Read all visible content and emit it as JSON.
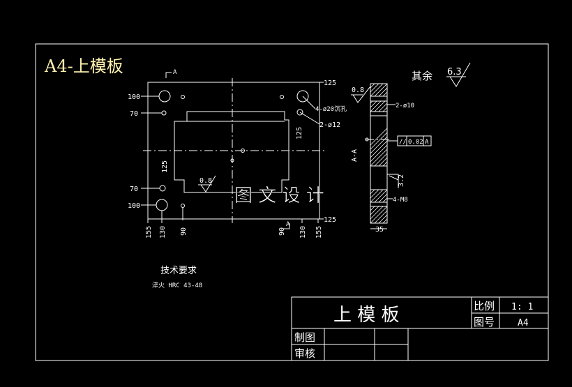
{
  "colors": {
    "background": "#000000",
    "lines": "#ffffff",
    "corner_title": "#fff3b0"
  },
  "corner_title": "A4-上模板",
  "roughness_note": {
    "label": "其余",
    "value": "6.3"
  },
  "watermark": "图 文 设 计",
  "plan_view": {
    "section_marks": [
      "A",
      "A"
    ],
    "left_dims": [
      "100",
      "70",
      "70",
      "100"
    ],
    "right_dims": [
      "125",
      "125"
    ],
    "vertical_dims": [
      "125",
      "125"
    ],
    "bottom_dims": [
      "155",
      "130",
      "90",
      "90",
      "130",
      "155"
    ],
    "hole_labels": [
      "4-ø20沉孔",
      "2-ø12"
    ],
    "roughness": "0.8"
  },
  "section_view": {
    "section_label": "A-A",
    "roughness_top": "0.8",
    "roughness_right": "3.2",
    "hole_label_top": "2-ø10",
    "hole_label_bottom": "4-M8",
    "tolerance_symbol": "//",
    "tolerance_value": "0.02",
    "datum": "A",
    "thickness": "35"
  },
  "tech_requirements": {
    "title": "技术要求",
    "content": "淬火   HRC   43-48"
  },
  "title_block": {
    "part_name": "上  模  板",
    "scale_label": "比例",
    "scale_value": "1: 1",
    "drawing_no_label": "图号",
    "drawing_no_value": "A4",
    "drawn_by_label": "制图",
    "checked_by_label": "审核"
  }
}
